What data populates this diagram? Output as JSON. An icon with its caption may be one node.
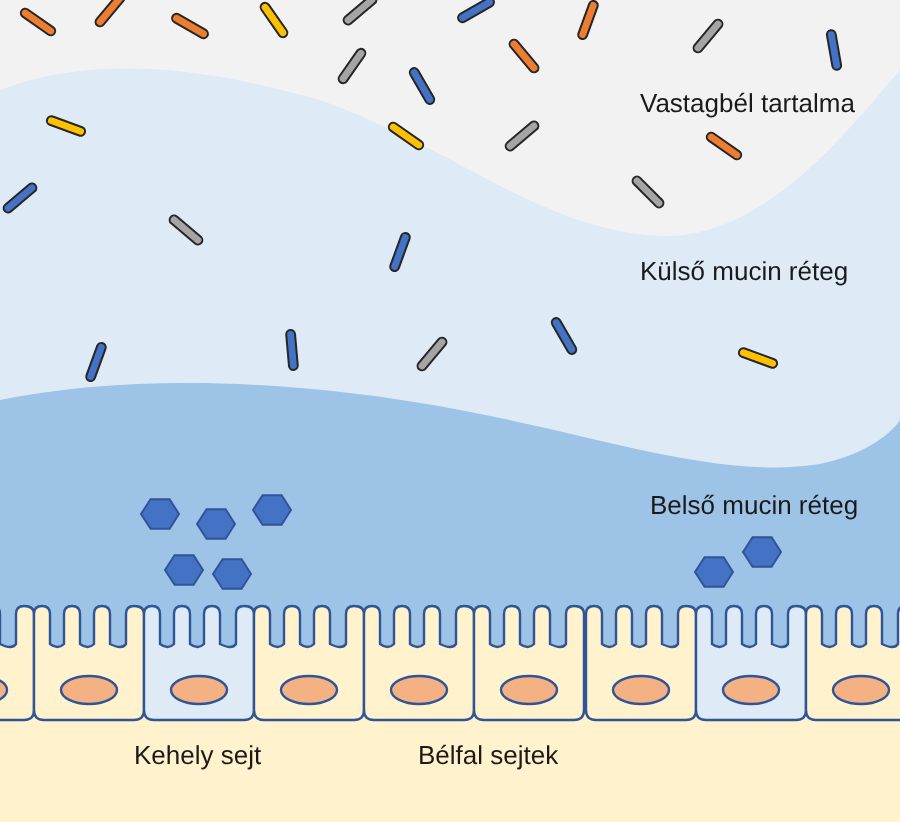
{
  "diagram": {
    "labels": [
      "Vastagbél tartalma",
      "Külső mucin réteg",
      "Belső mucin réteg",
      "Kehely sejt",
      "Bélfal sejtek"
    ]
  }
}
